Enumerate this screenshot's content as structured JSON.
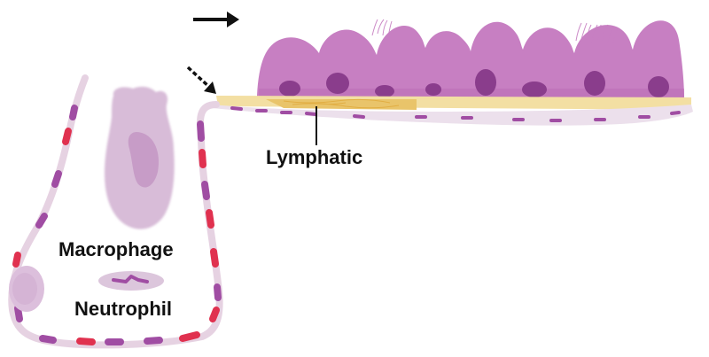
{
  "labels": {
    "lymphatic": "Lymphatic",
    "macrophage": "Macrophage",
    "neutrophil": "Neutrophil"
  },
  "colors": {
    "epithelium": "#c77fc2",
    "epithelium_dark": "#b86bb4",
    "nucleus": "#8a3d8c",
    "lymphatic_band": "#e9c46a",
    "vessel_wall": "#e6d2e2",
    "dash_purple": "#a04da3",
    "dash_red": "#e0314f",
    "macrophage": "#d8bcd8",
    "arrow": "#111111"
  },
  "icons": {
    "solid_arrow": "right-arrow-icon",
    "dashed_arrow": "dashed-arrow-icon"
  }
}
